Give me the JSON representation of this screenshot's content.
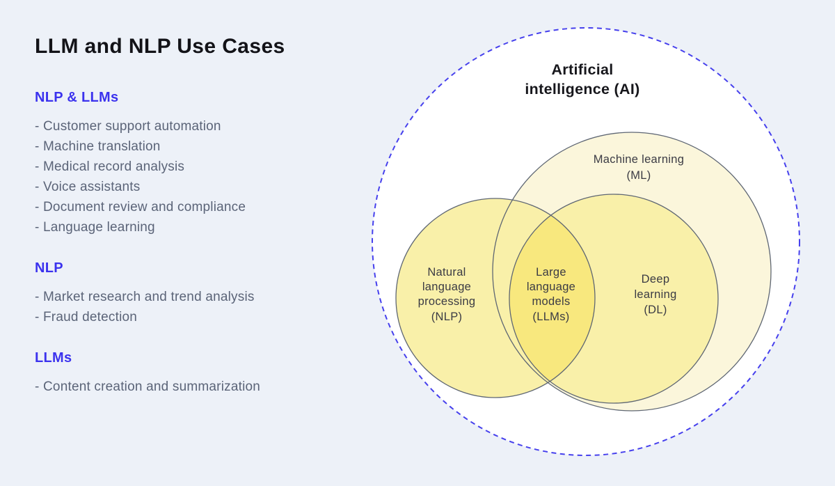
{
  "title": "LLM and NLP Use Cases",
  "sections": [
    {
      "heading": "NLP & LLMs",
      "items": [
        "- Customer support automation",
        "- Machine translation",
        "- Medical record analysis",
        "- Voice assistants",
        "- Document review and compliance",
        "- Language learning"
      ]
    },
    {
      "heading": "NLP",
      "items": [
        "- Market research and trend analysis",
        "- Fraud detection"
      ]
    },
    {
      "heading": "LLMs",
      "items": [
        "- Content creation and summarization"
      ]
    }
  ],
  "venn": {
    "ai": {
      "line1": "Artificial",
      "line2": "intelligence (AI)"
    },
    "ml": {
      "line1": "Machine learning",
      "line2": "(ML)"
    },
    "nlp": {
      "line1": "Natural",
      "line2": "language",
      "line3": "processing",
      "line4": "(NLP)"
    },
    "llm": {
      "line1": "Large",
      "line2": "language",
      "line3": "models",
      "line4": "(LLMs)"
    },
    "dl": {
      "line1": "Deep",
      "line2": "learning",
      "line3": "(DL)"
    }
  },
  "colors": {
    "page_bg": "#edf1f8",
    "heading_accent": "#3b32ee",
    "body_text": "#5b6478",
    "ai_fill": "#ffffff",
    "ai_dash_stroke": "#4640ed",
    "ml_fill": "#fbf6db",
    "dl_fill": "#f9f0a9",
    "nlp_fill": "#f9f0a9",
    "llm_fill": "#f8e87e",
    "circle_stroke": "#5e6673"
  }
}
